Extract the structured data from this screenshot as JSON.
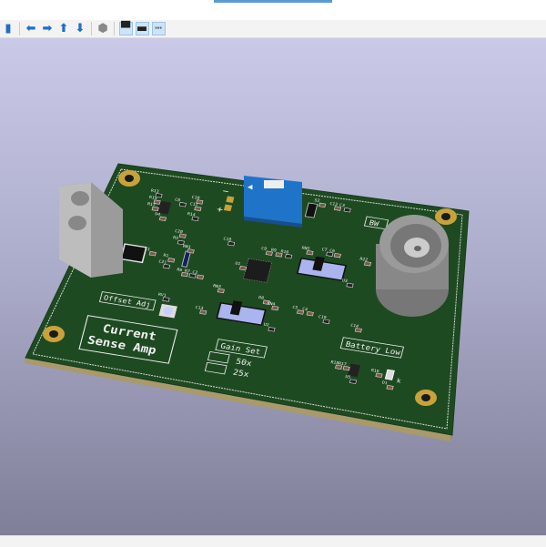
{
  "window": {
    "active_tab_color": "#5b9bd5"
  },
  "toolbar": {
    "items": [
      {
        "icon": "layers-icon",
        "glyph": "▮"
      },
      {
        "icon": "arrow-left-icon",
        "glyph": "⬅"
      },
      {
        "icon": "arrow-right-icon",
        "glyph": "➡"
      },
      {
        "icon": "arrow-up-icon",
        "glyph": "⬆"
      },
      {
        "icon": "arrow-down-icon",
        "glyph": "⬇"
      },
      {
        "icon": "3d-box-icon",
        "glyph": "⬢"
      },
      {
        "icon": "show-tht-icon",
        "glyph": "▀"
      },
      {
        "icon": "show-smd-icon",
        "glyph": "▬"
      },
      {
        "icon": "show-virtual-icon",
        "glyph": "┅"
      }
    ]
  },
  "board": {
    "colors": {
      "pcb": "#1e4a22",
      "silk": "#f0f0f0",
      "pad": "#c8a23a",
      "switch_blue": "#1f74c9",
      "slide_switch": "#aab4ee"
    },
    "title_line1": "Current",
    "title_line2": "Sense Amp",
    "offset_label": "Offset Adj",
    "gain_label": "Gain Set",
    "gain_50": "50x",
    "gain_25": "25x",
    "battery_label": "Battery Low",
    "bw_label": "BW",
    "plus": "+",
    "minus": "−",
    "minus_left": "—",
    "cathode": "k",
    "refdes": [
      "R13",
      "R15",
      "R17",
      "C8",
      "C10",
      "C11",
      "R14",
      "U4",
      "C20",
      "R5",
      "C1",
      "R1",
      "C21",
      "RN1",
      "R6",
      "R7",
      "C2",
      "RN3",
      "C18",
      "C9",
      "R9",
      "R10",
      "U1",
      "RN5",
      "C7",
      "C6",
      "R22",
      "U3",
      "D8",
      "RN4",
      "U2",
      "C5",
      "C4",
      "C19",
      "C14",
      "C13",
      "RV1",
      "S2",
      "C12",
      "C3",
      "R18",
      "R17",
      "U5",
      "R16",
      "D1"
    ]
  }
}
